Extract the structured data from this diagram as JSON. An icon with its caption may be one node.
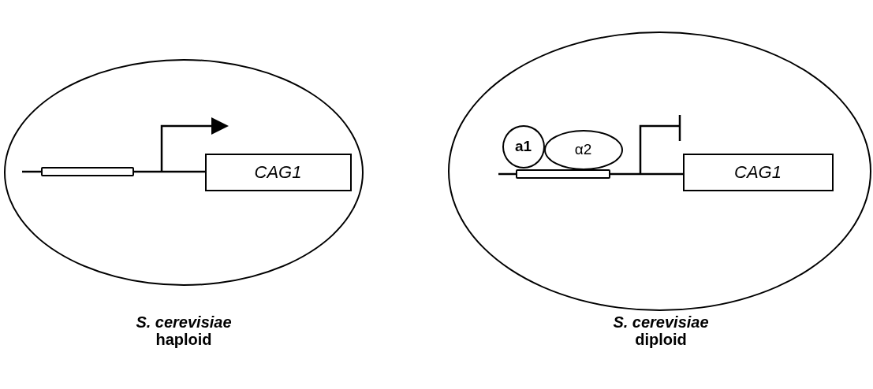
{
  "diagram": {
    "nodes": [
      {
        "text": [],
        "shape": "circle",
        "beside": [
          "*S. cerevisiae*",
          "haploid"
        ]
      },
      {
        "text": [],
        "shape": "bar",
        "in": 0
      },
      {
        "text": [
          "CAG1"
        ],
        "in": 0
      },
      {
        "text": [],
        "shape": "circle",
        "beside": [
          "*S. cerevisiae*",
          "diploid"
        ]
      },
      {
        "text": [
          "a1"
        ],
        "in": 3
      },
      {
        "text": [
          "α2"
        ],
        "in": 3
      },
      {
        "text": [],
        "shape": "bar",
        "in": 3
      },
      {
        "text": [
          "CAG1"
        ],
        "in": 3
      }
    ],
    "edges": [
      {
        "from": 1,
        "to": 2,
        "arrow": "none"
      },
      {
        "from": 6,
        "to": 7,
        "arrow": "none"
      }
    ]
  }
}
